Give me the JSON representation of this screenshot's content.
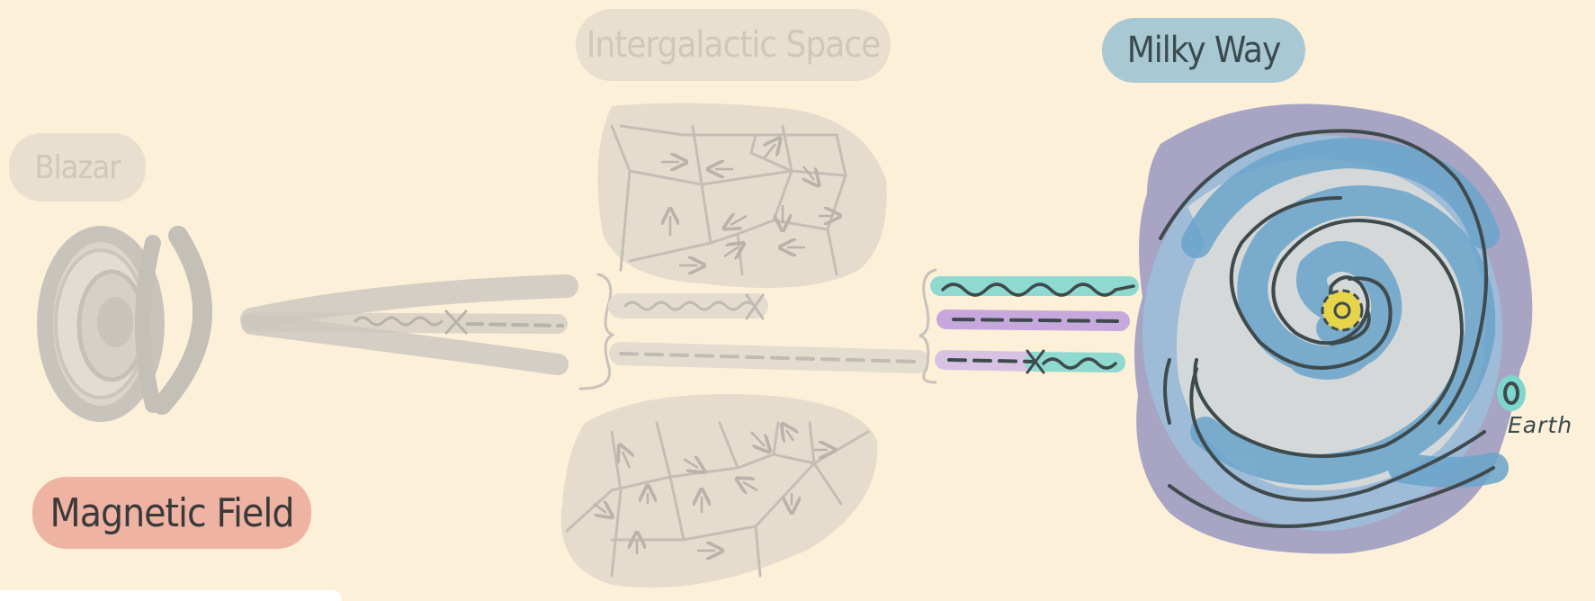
{
  "labels": {
    "intergalactic_space": "Intergalactic Space",
    "milky_way": "Milky Way",
    "blazar": "Blazar",
    "magnetic_field": "Magnetic Field",
    "earth": "Earth"
  },
  "colors": {
    "background": "#fdf0d9",
    "faded_panel": "#e8dfcf",
    "faded_stroke": "#c9c4bb",
    "milky_way_label": "#a8c8d4",
    "magnetic_field_label": "#eeb3a3",
    "galaxy_purple": "#a8a4c4",
    "galaxy_blue": "#6aa4cc",
    "galaxy_core": "#e6d44a",
    "teal_highlight": "#7fd6cc",
    "purple_highlight": "#c6a8dc",
    "dark_stroke": "#3e4a4c"
  }
}
